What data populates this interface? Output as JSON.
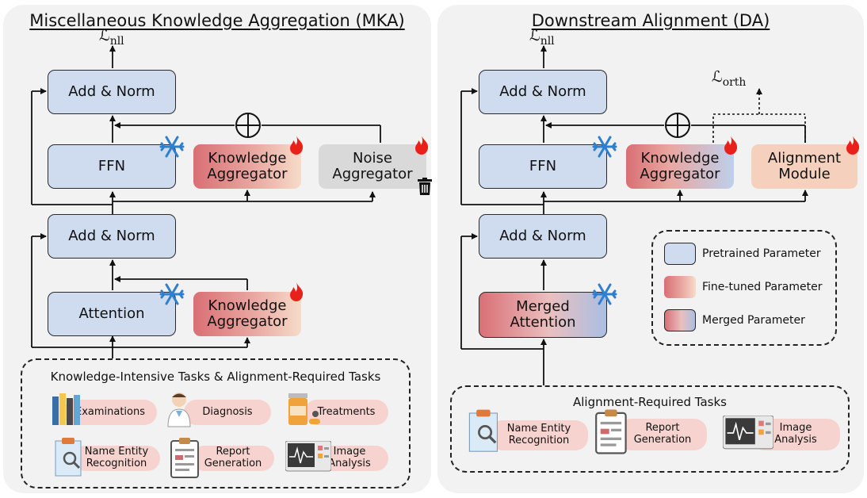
{
  "mka": {
    "title": "Miscellaneous Knowledge Aggregation (MKA)",
    "loss_nll": "nll",
    "add_norm_top": "Add & Norm",
    "ffn": "FFN",
    "knowledge_aggregator_top": "Knowledge\nAggregator",
    "noise_aggregator": "Noise\nAggregator",
    "add_norm_bottom": "Add & Norm",
    "attention": "Attention",
    "knowledge_aggregator_bottom": "Knowledge\nAggregator",
    "tasks": {
      "title": "Knowledge-Intensive Tasks & Alignment-Required Tasks",
      "examinations": "Examinations",
      "diagnosis": "Diagnosis",
      "treatments": "Treatments",
      "ner": "Name Entity\nRecognition",
      "report": "Report\nGeneration",
      "image": "Image\nAnalysis"
    }
  },
  "da": {
    "title": "Downstream Alignment (DA)",
    "loss_nll": "nll",
    "loss_orth": "orth",
    "add_norm_top": "Add & Norm",
    "ffn": "FFN",
    "knowledge_aggregator": "Knowledge\nAggregator",
    "alignment_module": "Alignment\nModule",
    "add_norm_bottom": "Add & Norm",
    "merged_attention": "Merged\nAttention",
    "legend": {
      "pretrained": "Pretrained Parameter",
      "finetuned": "Fine-tuned Parameter",
      "merged": "Merged Parameter"
    },
    "tasks": {
      "title": "Alignment-Required Tasks",
      "ner": "Name Entity\nRecognition",
      "report": "Report\nGeneration",
      "image": "Image\nAnalysis"
    }
  },
  "colors": {
    "panel": "#f2f2f2",
    "pretrained": "#cfdcef",
    "finetuned_start": "#d96f74",
    "finetuned_end": "#f6dcc8",
    "merged_end": "#aabfe2",
    "noise": "#d9d9d9",
    "alignment": "#f5d0bd",
    "snowflake": "#2f7fd0",
    "flame": "#e8221b",
    "pill": "#f7d3d0"
  },
  "icons": [
    "snowflake-icon",
    "flame-icon",
    "trash-icon",
    "books-icon",
    "doctor-icon",
    "pill-bottle-icon",
    "clipboard-search-icon",
    "report-clipboard-icon",
    "image-monitor-icon",
    "plus-circle-icon"
  ]
}
